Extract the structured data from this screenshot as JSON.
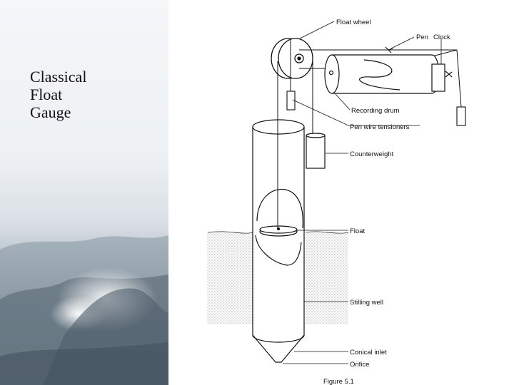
{
  "slide": {
    "title_lines": [
      "Classical",
      "Float",
      "Gauge"
    ]
  },
  "diagram": {
    "labels": {
      "float_wheel": "Float wheel",
      "pen": "Pen",
      "clock": "Clock",
      "recording_drum": "Recording drum",
      "pen_wire_tensioners": "Pen wire tensioners",
      "counterweight": "Counterweight",
      "float": "Float",
      "stilling_well": "Stilling well",
      "conical_inlet": "Conical inlet",
      "orifice": "Orifice",
      "figure": "Figure 5.1"
    }
  }
}
